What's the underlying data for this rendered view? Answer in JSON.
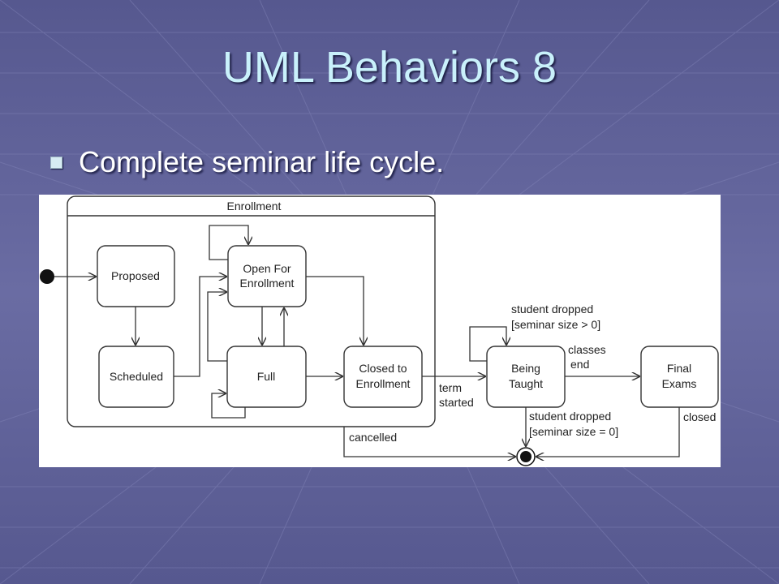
{
  "slide": {
    "title": "UML Behaviors 8",
    "bullet": "Complete seminar life cycle."
  },
  "diagram": {
    "composite_state": "Enrollment",
    "states": {
      "proposed": "Proposed",
      "scheduled": "Scheduled",
      "open_line1": "Open For",
      "open_line2": "Enrollment",
      "full": "Full",
      "closed_line1": "Closed to",
      "closed_line2": "Enrollment",
      "taught_line1": "Being",
      "taught_line2": "Taught",
      "exams_line1": "Final",
      "exams_line2": "Exams"
    },
    "transitions": {
      "term_line1": "term",
      "term_line2": "started",
      "classes_line1": "classes",
      "classes_line2": "end",
      "dropped_gt_line1": "student dropped",
      "dropped_gt_line2": "[seminar size > 0]",
      "dropped_eq_line1": "student dropped",
      "dropped_eq_line2": "[seminar size = 0]",
      "closed": "closed",
      "cancelled": "cancelled"
    }
  },
  "colors": {
    "background": "#5b5d94",
    "title": "#c9f1fb",
    "text": "#ffffff"
  }
}
